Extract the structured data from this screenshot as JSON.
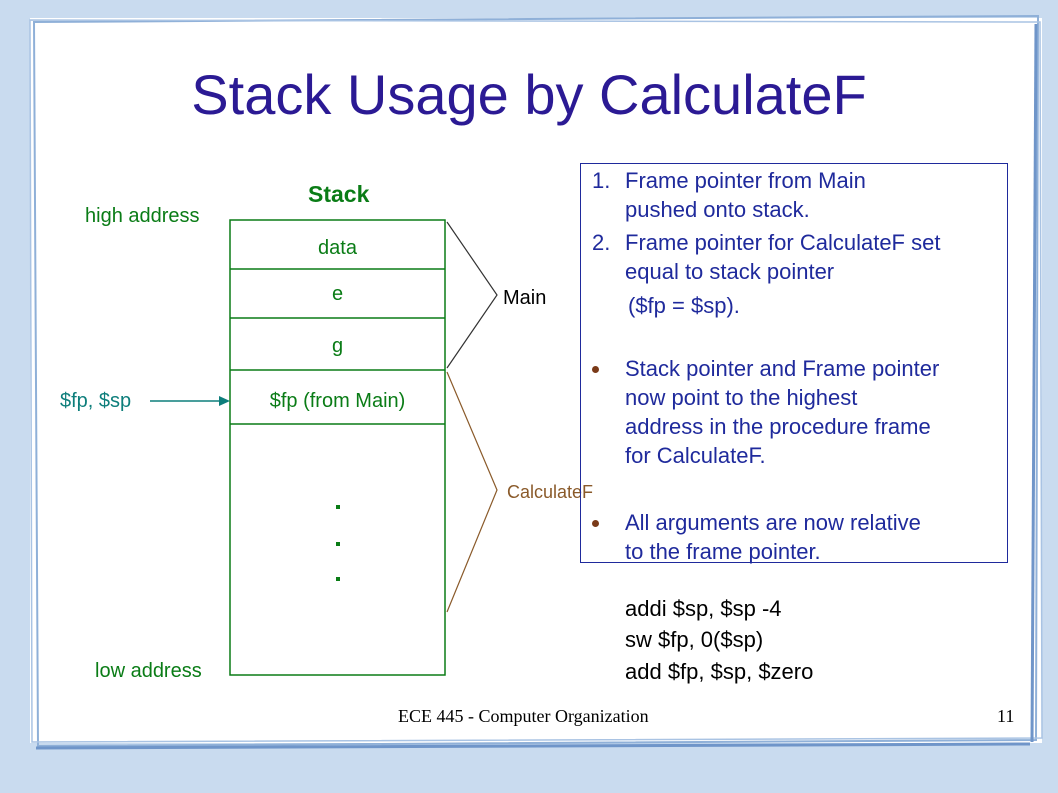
{
  "title": "Stack Usage by CalculateF",
  "stack": {
    "heading": "Stack",
    "high_address": "high address",
    "low_address": "low address",
    "pointer_label": "$fp, $sp",
    "cells": [
      "data",
      "e",
      "g",
      "$fp (from Main)"
    ],
    "dots": "."
  },
  "brackets": {
    "main": "Main",
    "calculatef": "CalculateF"
  },
  "notes": {
    "numbered": [
      {
        "num": "1.",
        "lines": [
          "Frame pointer from Main",
          "pushed onto stack."
        ]
      },
      {
        "num": "2.",
        "lines": [
          "Frame pointer for CalculateF set",
          "equal to stack pointer"
        ]
      }
    ],
    "extra_line": "($fp = $sp).",
    "bullets": [
      {
        "lines": [
          "Stack pointer and Frame pointer",
          "now point to the highest",
          "address in the procedure frame",
          "for CalculateF."
        ]
      },
      {
        "lines": [
          "All arguments are now relative",
          "to the frame pointer."
        ]
      }
    ]
  },
  "code": [
    "addi $sp, $sp -4",
    "sw $fp, 0($sp)",
    "add $fp, $sp, $zero"
  ],
  "footer": {
    "course": "ECE 445 - Computer Organization",
    "page": "11"
  },
  "colors": {
    "title": "#2b1a94",
    "stack_green": "#0a7c16",
    "pointer_teal": "#0d7e7b",
    "notes_blue": "#1f2a9c",
    "calculatef_brown": "#8a5a2a",
    "bullet_brown": "#7a3a18",
    "frame_blue": "#a9c3e3"
  }
}
